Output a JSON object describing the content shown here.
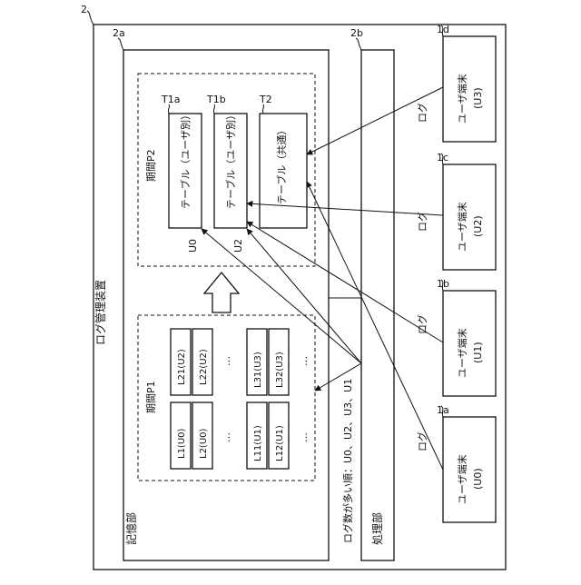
{
  "device": {
    "ref": "2",
    "title": "ログ管理装置"
  },
  "storage": {
    "ref": "2a",
    "label": "記憶部"
  },
  "processor": {
    "ref": "2b",
    "label": "処理部"
  },
  "period_p2": {
    "label": "期間P2",
    "tables": [
      {
        "ref": "T1a",
        "text": "テーブル（ユーザ別）",
        "user": "U0"
      },
      {
        "ref": "T1b",
        "text": "テーブル（ユーザ別）",
        "user": "U2"
      },
      {
        "ref": "T2",
        "text": "テーブル（共通）",
        "user": ""
      }
    ]
  },
  "period_p1": {
    "label": "期間P1",
    "columns": [
      {
        "items": [
          "L1(U0)",
          "L2(U0)"
        ]
      },
      {
        "items": [
          "L21(U2)",
          "L22(U2)"
        ]
      },
      {
        "items": [
          "L11(U1)",
          "L12(U1)"
        ]
      },
      {
        "items": [
          "L31(U3)",
          "L32(U3)"
        ]
      }
    ],
    "ellipsis": "…"
  },
  "order_note": "ログ数が多い順：U0、U2、U3、U1",
  "log_label": "ログ",
  "terminals": [
    {
      "ref": "1a",
      "name": "ユーザ端末",
      "user": "(U0)"
    },
    {
      "ref": "1b",
      "name": "ユーザ端末",
      "user": "(U1)"
    },
    {
      "ref": "1c",
      "name": "ユーザ端末",
      "user": "(U2)"
    },
    {
      "ref": "1d",
      "name": "ユーザ端末",
      "user": "(U3)"
    }
  ]
}
